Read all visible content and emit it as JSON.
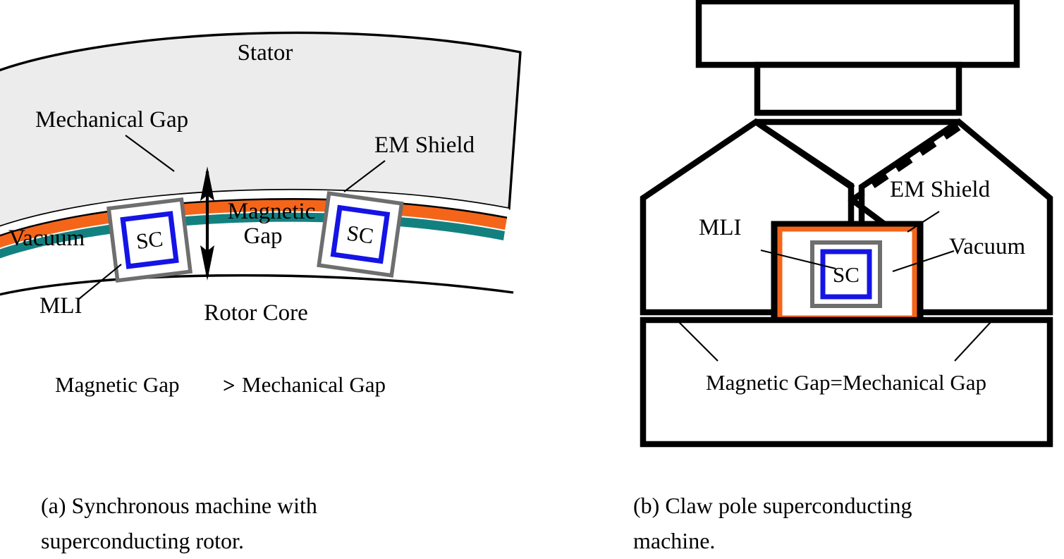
{
  "figure": {
    "title_note": "Comparison of superconducting machine topologies",
    "colors": {
      "em_shield_orange": "#F4651A",
      "vacuum_teal": "#138080",
      "sc_blue": "#1414E6",
      "mli_gray": "#6E6E6E",
      "stator_fill": "#ECECEC",
      "outline_black": "#000000"
    }
  },
  "panel_a": {
    "labels": {
      "stator": "Stator",
      "mechanical_gap": "Mechanical Gap",
      "em_shield": "EM Shield",
      "magnetic_gap_line1": "Magnetic",
      "magnetic_gap_line2": "Gap",
      "vacuum": "Vacuum",
      "mli": "MLI",
      "rotor_core": "Rotor Core",
      "sc_left": "SC",
      "sc_right": "SC"
    },
    "relation": {
      "left_term": "Magnetic Gap",
      "operator": ">",
      "right_term": "Mechanical Gap"
    },
    "caption_line1": "(a)  Synchronous  machine  with",
    "caption_line2": "superconducting rotor."
  },
  "panel_b": {
    "labels": {
      "em_shield": "EM Shield",
      "mli": "MLI",
      "vacuum": "Vacuum",
      "sc": "SC"
    },
    "relation_text": "Magnetic Gap=Mechanical Gap",
    "caption_line1": "(b)  Claw  pole  superconducting",
    "caption_line2": "machine."
  }
}
